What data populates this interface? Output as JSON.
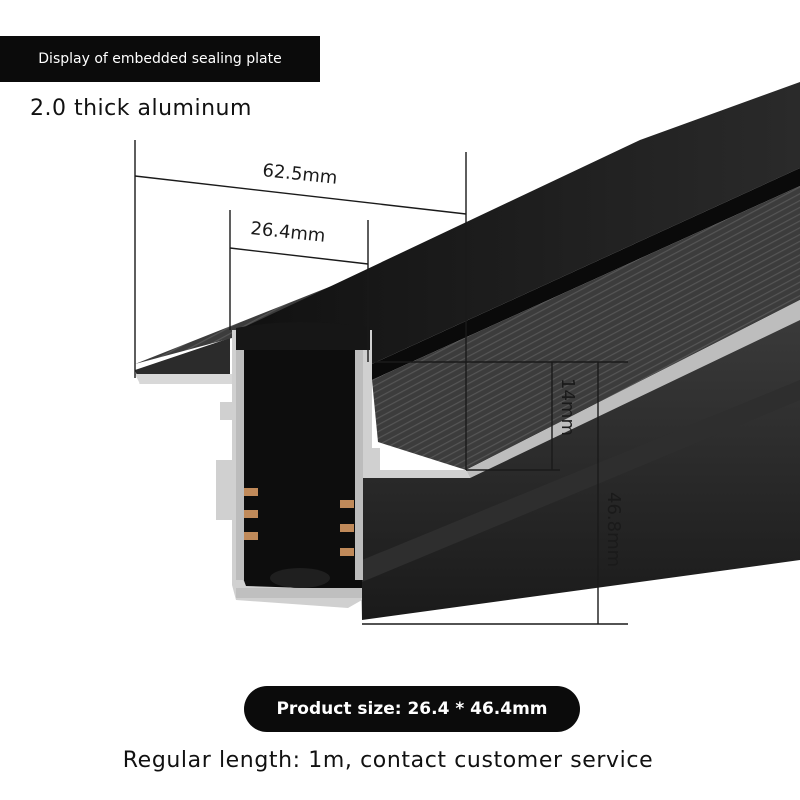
{
  "header": {
    "title": "Display of embedded sealing plate",
    "subtitle": "2.0 thick aluminum"
  },
  "dimensions": {
    "overall_width": "62.5mm",
    "channel_width": "26.4mm",
    "flange_depth": "14mm",
    "total_height": "46.8mm"
  },
  "footer": {
    "product_size": "Product size: 26.4 * 46.4mm",
    "length_note": "Regular length: 1m, contact customer service"
  },
  "colors": {
    "badge_background": "#0b0b0b",
    "profile_black": "#1a1a1a",
    "aluminum_edge": "#cfcfcf",
    "copper_contact": "#c08a5a"
  }
}
